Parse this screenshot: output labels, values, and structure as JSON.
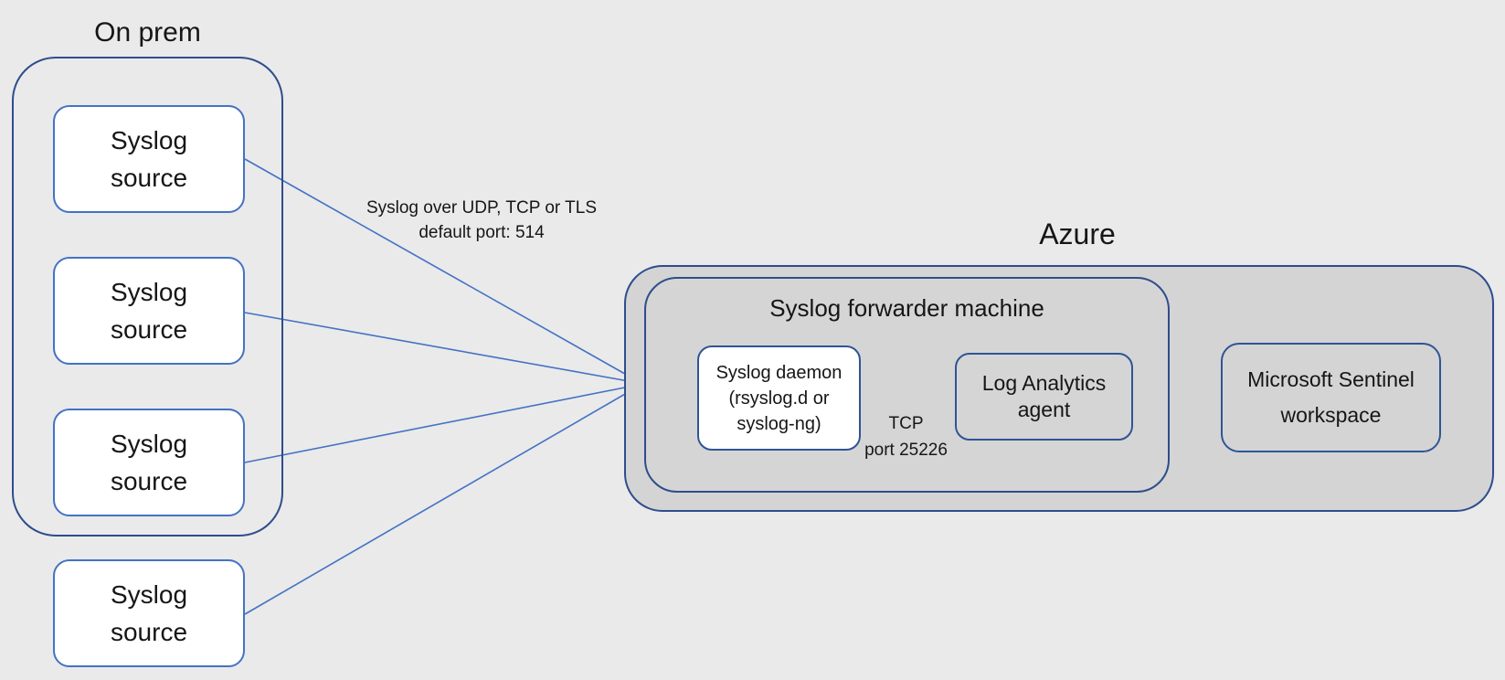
{
  "colors": {
    "background": "#eaeaea",
    "container_border": "#2e4d8b",
    "source_box_border": "#4472c4",
    "inner_box_border": "#2f5496",
    "connector": "#4472c4",
    "azure_fill": "#d4d4d4",
    "forwarder_fill": "#d5d5d5",
    "white_fill": "#ffffff",
    "text": "#161616"
  },
  "on_prem": {
    "title": "On prem",
    "sources": [
      {
        "line1": "Syslog",
        "line2": "source"
      },
      {
        "line1": "Syslog",
        "line2": "source"
      },
      {
        "line1": "Syslog",
        "line2": "source"
      },
      {
        "line1": "Syslog",
        "line2": "source"
      }
    ]
  },
  "connector_label": {
    "line1": "Syslog over UDP, TCP or TLS",
    "line2": "default port: 514"
  },
  "azure": {
    "title": "Azure",
    "forwarder": {
      "title": "Syslog forwarder machine",
      "daemon": {
        "line1": "Syslog daemon",
        "line2": "(rsyslog.d or",
        "line3": "syslog-ng)"
      },
      "tcp_label": {
        "line1": "TCP",
        "line2": "port 25226"
      },
      "agent": {
        "line1": "Log Analytics",
        "line2": "agent"
      }
    },
    "sentinel": {
      "line1": "Microsoft Sentinel",
      "line2": "workspace"
    }
  }
}
